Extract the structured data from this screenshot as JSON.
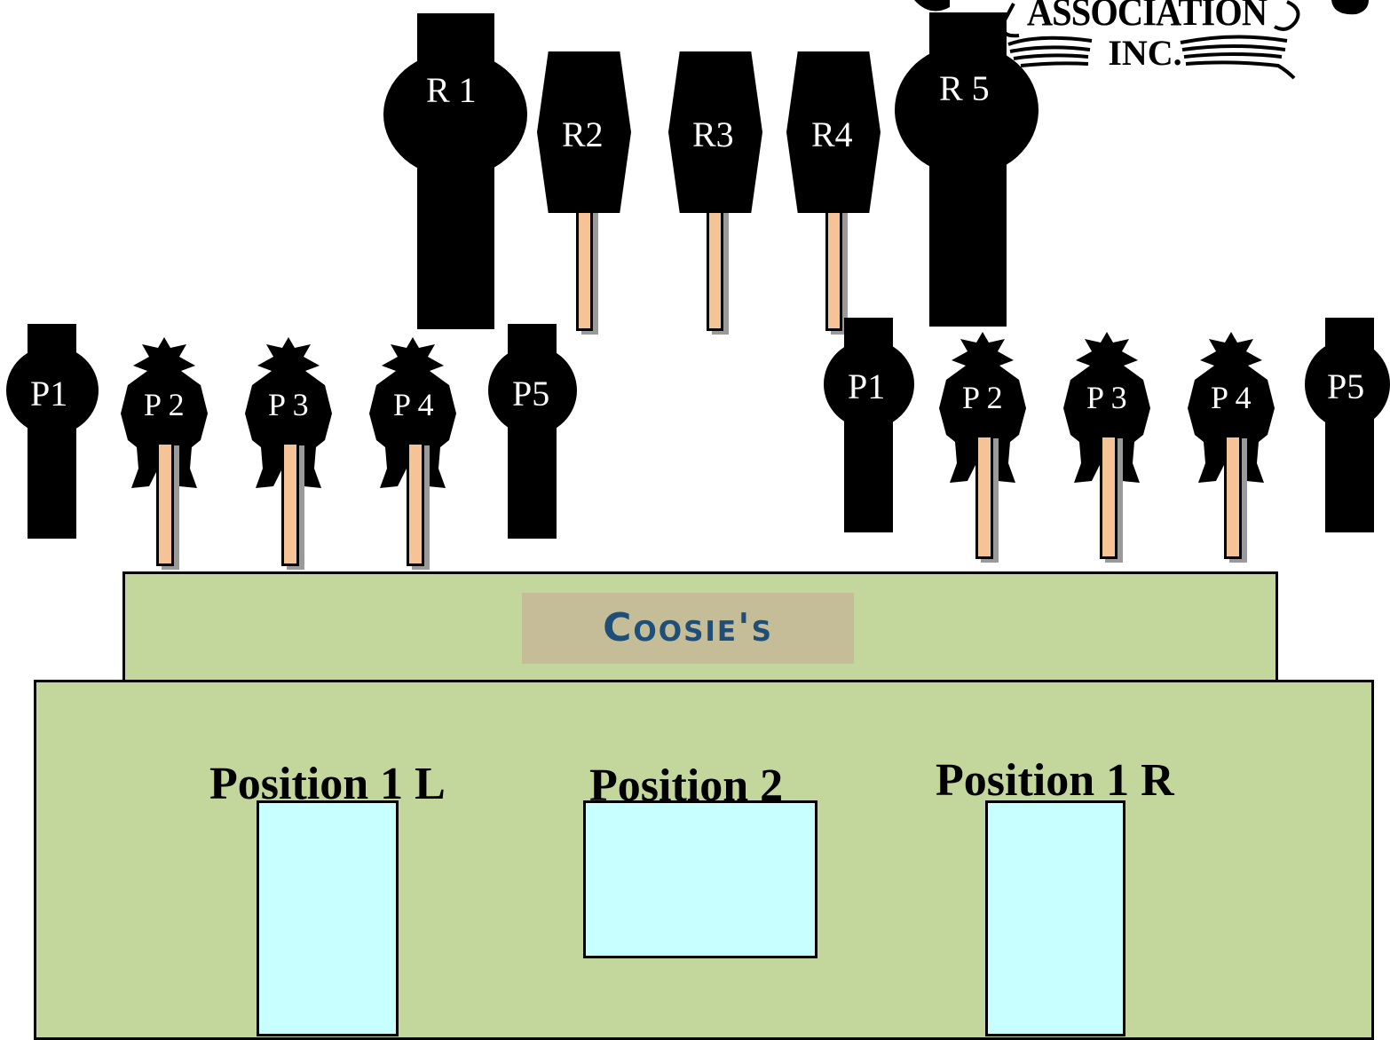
{
  "logo": {
    "line1": "ASSOCIATION",
    "line2": "INC."
  },
  "rear_targets": {
    "r1": "R 1",
    "r2": "R2",
    "r3": "R3",
    "r4": "R4",
    "r5": "R 5"
  },
  "left_targets": {
    "p1": "P1",
    "p2": "P 2",
    "p3": "P 3",
    "p4": "P 4",
    "p5": "P5"
  },
  "right_targets": {
    "p1": "P1",
    "p2": "P 2",
    "p3": "P 3",
    "p4": "P 4",
    "p5": "P5"
  },
  "building": {
    "sign": "Coosie's",
    "positions": {
      "left": "Position 1 L",
      "center": "Position 2",
      "right": "Position 1 R"
    }
  },
  "colors": {
    "building": "#c3d69b",
    "sign_bg": "#c4bd97",
    "sign_text": "#1f4e79",
    "window": "#c8ffff",
    "post": "#f6c396"
  }
}
